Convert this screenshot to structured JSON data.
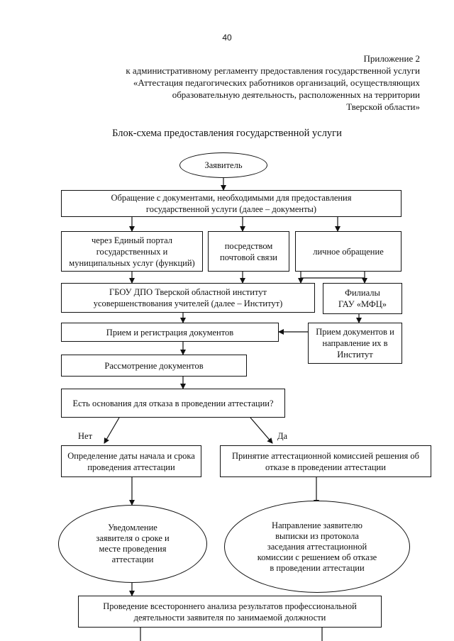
{
  "page_number": "40",
  "appendix": {
    "lines": [
      "Приложение 2",
      "к административному регламенту предоставления государственной услуги",
      "«Аттестация педагогических работников организаций, осуществляющих",
      "образовательную деятельность, расположенных на территории",
      "Тверской области»"
    ]
  },
  "diagram_title": "Блок-схема предоставления государственной услуги",
  "nodes": {
    "applicant": "Заявитель",
    "appeal": "Обращение с документами, необходимыми для предоставления\nгосударственной услуги (далее – документы)",
    "via_portal": "через Единый портал\nгосударственных и\nмуниципальных услуг (функций)",
    "via_post": "посредством\nпочтовой связи",
    "in_person": "личное обращение",
    "institute": "ГБОУ ДПО Тверской областной институт\nусовершенствования учителей (далее – Институт)",
    "mfc": "Филиалы\nГАУ «МФЦ»",
    "registration": "Прием и регистрация документов",
    "mfc_forward": "Прием документов и\nнаправление их в\nИнститут",
    "review": "Рассмотрение документов",
    "decision": "Есть основания для отказа в проведении аттестации?",
    "date_setting": "Определение даты начала и срока\nпроведения аттестации",
    "refusal_decision": "Принятие аттестационной комиссией решения об\nотказе в проведении аттестации",
    "notify": "Уведомление\nзаявителя о сроке и\nместе проведения\nаттестации",
    "send_extract": "Направление заявителю\nвыписки из протокола\nзаседания аттестационной\nкомиссии с решением об отказе\nв проведении аттестации",
    "analysis": "Проведение всестороннего анализа результатов профессиональной\nдеятельности заявителя по занимаемой должности"
  },
  "branch_labels": {
    "no": "Нет",
    "yes": "Да"
  }
}
